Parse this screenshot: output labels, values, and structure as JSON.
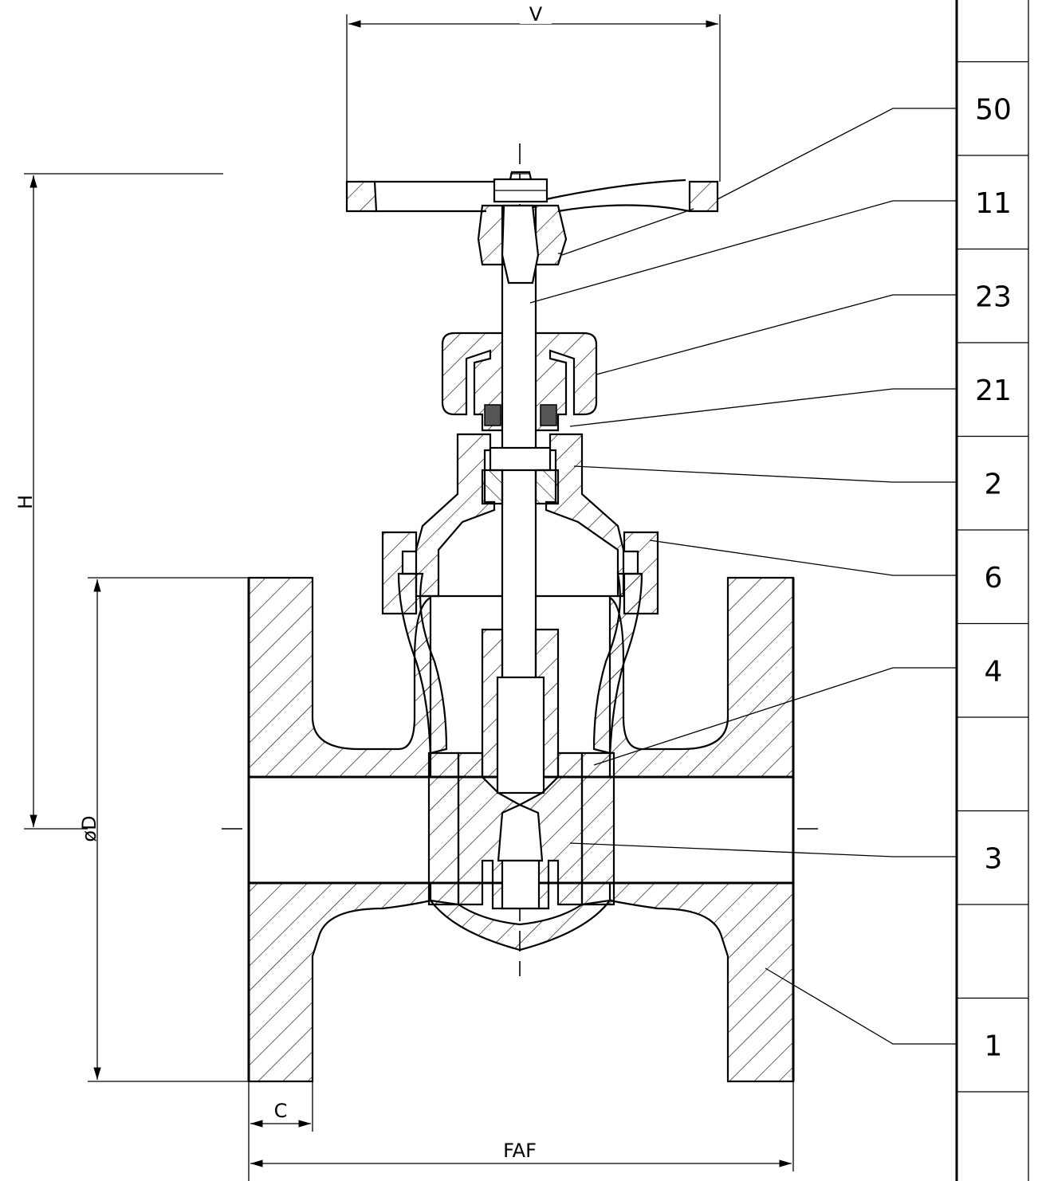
{
  "dimensions": {
    "v": "V",
    "h": "H",
    "d": "øD",
    "c": "C",
    "faf": "FAF"
  },
  "parts_table": {
    "rows": [
      "",
      "50",
      "11",
      "23",
      "21",
      "2",
      "6",
      "4",
      "",
      "3",
      "",
      "1",
      ""
    ]
  }
}
